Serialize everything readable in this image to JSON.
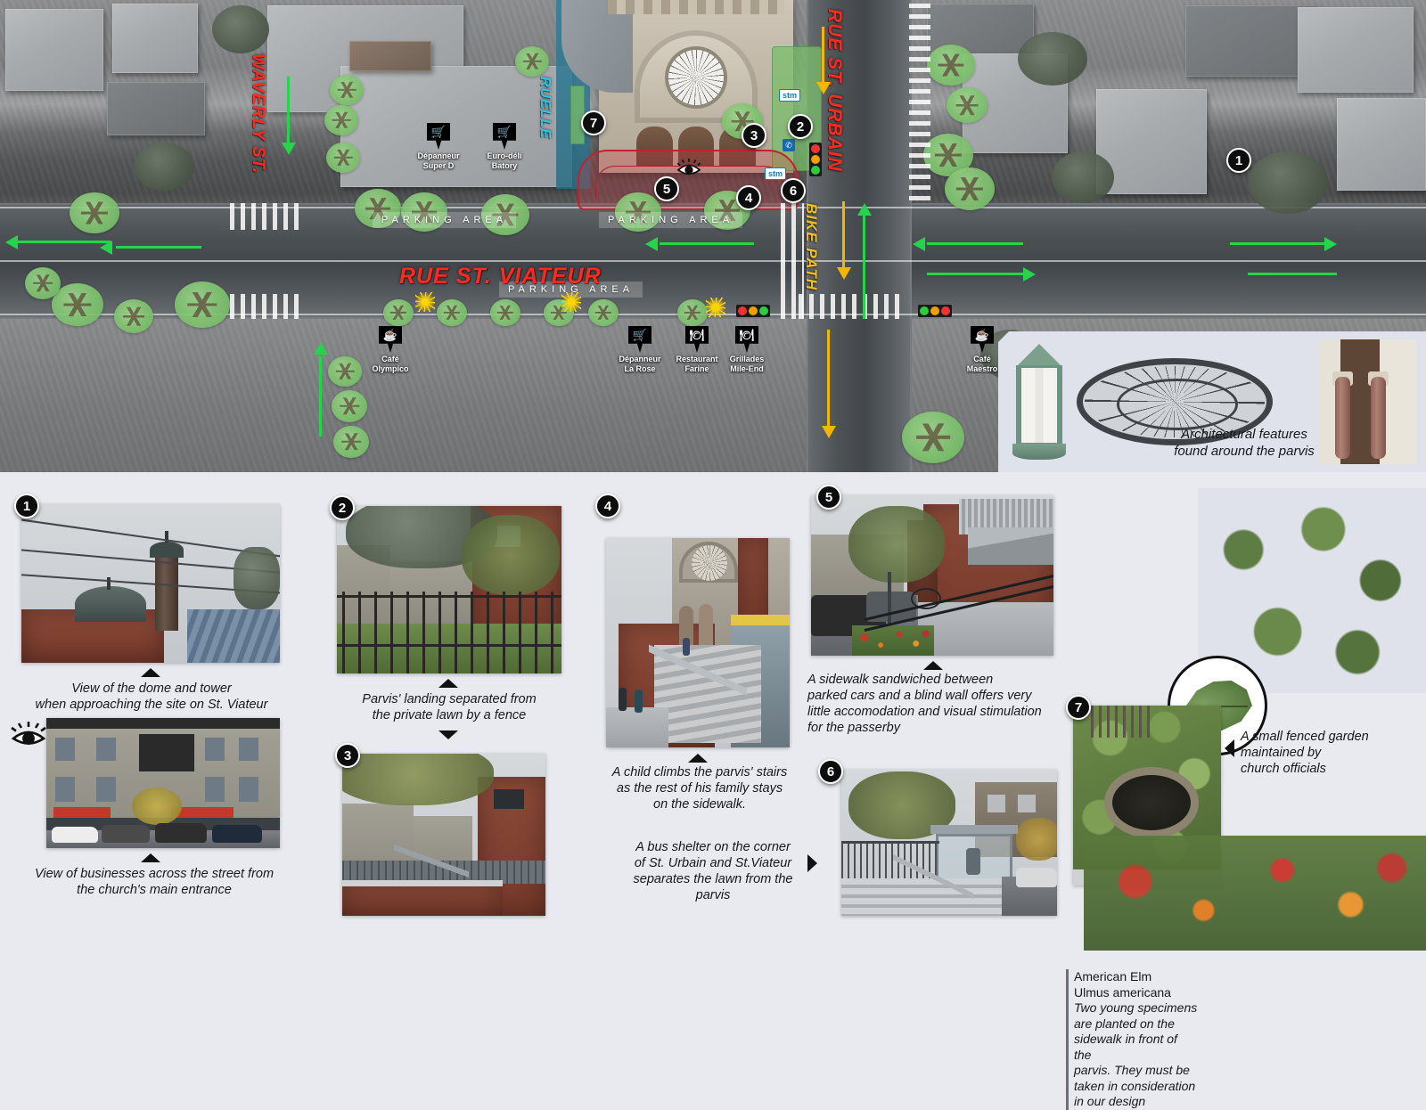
{
  "map": {
    "streets": [
      {
        "name": "WAVERLY ST.",
        "color": "#ff2a1f"
      },
      {
        "name": "RUELLE",
        "color": "#29c4e8"
      },
      {
        "name": "RUE ST. URBAIN",
        "color": "#ff2a1f"
      },
      {
        "name": "RUE ST. VIATEUR",
        "color": "#ff2a1f"
      },
      {
        "name": "BIKE PATH",
        "color": "#f2c01e"
      }
    ],
    "parking_labels": [
      "PARKING AREA",
      "PARKING AREA",
      "PARKING AREA"
    ],
    "pois": [
      {
        "label": "Dépanneur\nSuper D",
        "icon": "shopping-cart-icon"
      },
      {
        "label": "Euro-déli\nBatory",
        "icon": "shopping-cart-icon"
      },
      {
        "label": "Café\nOlympico",
        "icon": "coffee-cup-icon"
      },
      {
        "label": "Dépanneur\nLa Rose",
        "icon": "shopping-cart-icon"
      },
      {
        "label": "Restaurant\nFarine",
        "icon": "cutlery-icon"
      },
      {
        "label": "Grillades\nMile-End",
        "icon": "cutlery-icon"
      },
      {
        "label": "Café\nMaestro",
        "icon": "coffee-cup-icon"
      }
    ],
    "poi_names": {
      "p1_l1": "Dépanneur",
      "p1_l2": "Super D",
      "p2_l1": "Euro-déli",
      "p2_l2": "Batory",
      "p3_l1": "Café",
      "p3_l2": "Olympico",
      "p4_l1": "Dépanneur",
      "p4_l2": "La Rose",
      "p5_l1": "Restaurant",
      "p5_l2": "Farine",
      "p6_l1": "Grillades",
      "p6_l2": "Mile-End",
      "p7_l1": "Café",
      "p7_l2": "Maestro"
    },
    "markers": [
      "1",
      "2",
      "3",
      "4",
      "5",
      "6",
      "7"
    ],
    "transit_label": "stm",
    "parvis_zone_color": "#c2222e"
  },
  "arch_inset": {
    "caption_line1": "Architectural features",
    "caption_line2": "found around the parvis",
    "items": [
      "lantern",
      "rose-window",
      "portal-columns"
    ]
  },
  "photos": {
    "p1": {
      "number": "1",
      "caption_l1": "View of the dome and tower",
      "caption_l2": "when approaching the site on St. Viateur"
    },
    "p1b": {
      "caption_l1": "View of businesses across the street from",
      "caption_l2": "the church's main entrance"
    },
    "p2": {
      "number": "2",
      "caption_l1": "Parvis' landing separated from",
      "caption_l2": "the private lawn by a fence"
    },
    "p3": {
      "number": "3"
    },
    "p4": {
      "number": "4",
      "caption_l1": "A child climbs the parvis' stairs",
      "caption_l2": "as the rest of his family stays",
      "caption_l3": "on the sidewalk."
    },
    "p5": {
      "number": "5",
      "caption_l1": "A sidewalk sandwiched between",
      "caption_l2": "parked cars and a blind wall offers very",
      "caption_l3": "little accomodation and visual stimulation",
      "caption_l4": "for the passerby"
    },
    "p6": {
      "number": "6",
      "caption_l1": "A bus shelter on the corner",
      "caption_l2": "of St. Urbain and St.Viateur",
      "caption_l3": "separates the lawn from the parvis"
    },
    "p7": {
      "number": "7",
      "caption_l1": "A small fenced garden",
      "caption_l2": "maintained by",
      "caption_l3": "church officials"
    }
  },
  "elm_note": {
    "common_name": "American Elm",
    "latin_name": "Ulmus americana",
    "body_l1": "Two young specimens",
    "body_l2": "are planted on the",
    "body_l3": "sidewalk in front of the",
    "body_l4": "parvis. They must be",
    "body_l5": "taken in consideration",
    "body_l6": "in our design"
  }
}
